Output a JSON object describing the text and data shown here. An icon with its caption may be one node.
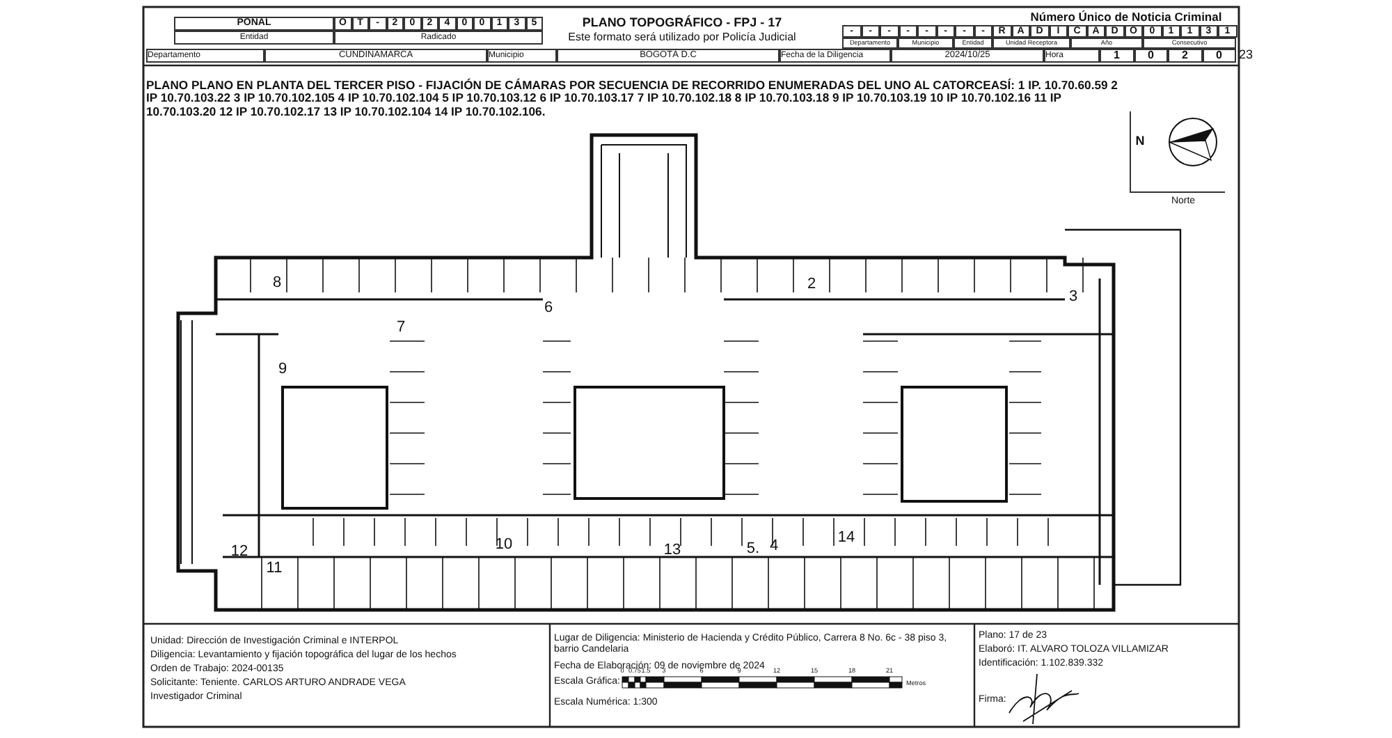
{
  "diagram": {
    "title": "PLANO TOPOGRÁFICO - FPJ - 17",
    "labels": [
      "PONAL",
      "Entidad",
      "O",
      "T",
      "-",
      "2",
      "0",
      "2",
      "4",
      "0",
      "0",
      "1",
      "3",
      "5",
      "Radicado",
      "Este formato será utilizado por Policía Judicial",
      "Número Único de Noticia Criminal",
      "-",
      "-",
      "-",
      "-",
      "-",
      "-",
      "-",
      "-",
      "R",
      "A",
      "D",
      "I",
      "C",
      "A",
      "D",
      "O",
      "0",
      "1",
      "1",
      "3",
      "1",
      "Departamento",
      "Municipio",
      "Entidad",
      "Unidad Receptora",
      "Año",
      "Consecutivo",
      "Departamento",
      "CUNDINAMARCA",
      "Municipio",
      "BOGOTÁ D.C",
      "Fecha de la Diligencia",
      "2024/10/25",
      "Hora",
      "1",
      "0",
      "2",
      "0",
      "23",
      "PLANO PLANO EN PLANTA DEL TERCER PISO - FIJACIÓN DE CÁMARAS POR SECUENCIA DE RECORRIDO ENUMERADAS DEL UNO AL CATORCEASÍ: 1 IP. 10.70.60.59 2 IP 10.70.103.22 3 IP 10.70.102.105 4 IP 10.70.102.104 5 IP 10.70.103.12 6 IP 10.70.103.17 7 IP 10.70.102.18 8 IP 10.70.103.18 9 IP 10.70.103.19 10 IP 10.70.102.16 11 IP 10.70.103.20 12 IP 10.70.102.17 13 IP 10.70.102.104 14 IP 10.70.102.106.",
      "N",
      "Norte",
      "2",
      "3",
      "5.",
      "4",
      "6",
      "7",
      "8",
      "9",
      "10",
      "11",
      "12",
      "13",
      "14",
      "Unidad: Dirección de Investigación Criminal e INTERPOL",
      "Diligencia: Levantamiento y fijación topográfica del lugar de los hechos",
      "Orden de Trabajo: 2024-00135",
      "Solicitante: Teniente. CARLOS ARTURO ANDRADE VEGA",
      "Investigador Criminal",
      "Lugar de Diligencia: Ministerio de Hacienda y Crédito Público, Carrera 8 No. 6c - 38 piso 3, barrio Candelaria",
      "Fecha de Elaboración: 09 de noviembre de 2024",
      "Escala Gráfica:",
      "0",
      "0.75",
      "1.5",
      "3",
      "6",
      "9",
      "12",
      "15",
      "18",
      "21",
      "Metros",
      "Escala Numérica: 1:300",
      "Plano: 17 de 23",
      "Elaboró: IT. ALVARO TOLOZA VILLAMIZAR",
      "Identificación: 1.102.839.332",
      "Firma:"
    ]
  }
}
